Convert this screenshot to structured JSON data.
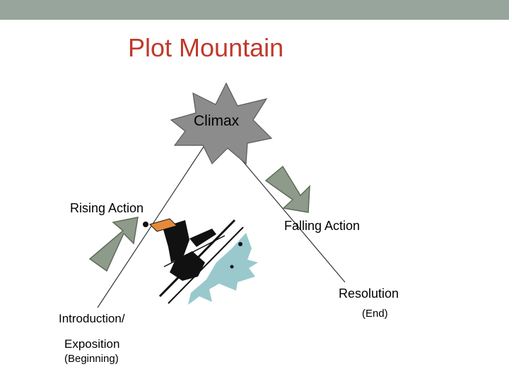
{
  "colors": {
    "top_band": "#97a59c",
    "title": "#c0392b",
    "burst_fill": "#8c8c8c",
    "burst_stroke": "#5a5a5a",
    "arrow_fill": "#8f9b8a",
    "arrow_stroke": "#5e6b5a",
    "lines": "#333333",
    "splash": "#99c9cc"
  },
  "title": "Plot Mountain",
  "labels": {
    "climax": "Climax",
    "rising_action": "Rising Action",
    "falling_action": "Falling Action",
    "resolution": "Resolution",
    "resolution_sub": "(End)",
    "introduction": "Introduction/",
    "exposition": "Exposition",
    "introduction_sub": "(Beginning)"
  },
  "icons": {
    "climax_burst": "star-burst-icon",
    "rising_arrow": "up-right-arrow-icon",
    "falling_arrow": "down-right-arrow-icon",
    "skier": "skier-clipart-icon"
  }
}
